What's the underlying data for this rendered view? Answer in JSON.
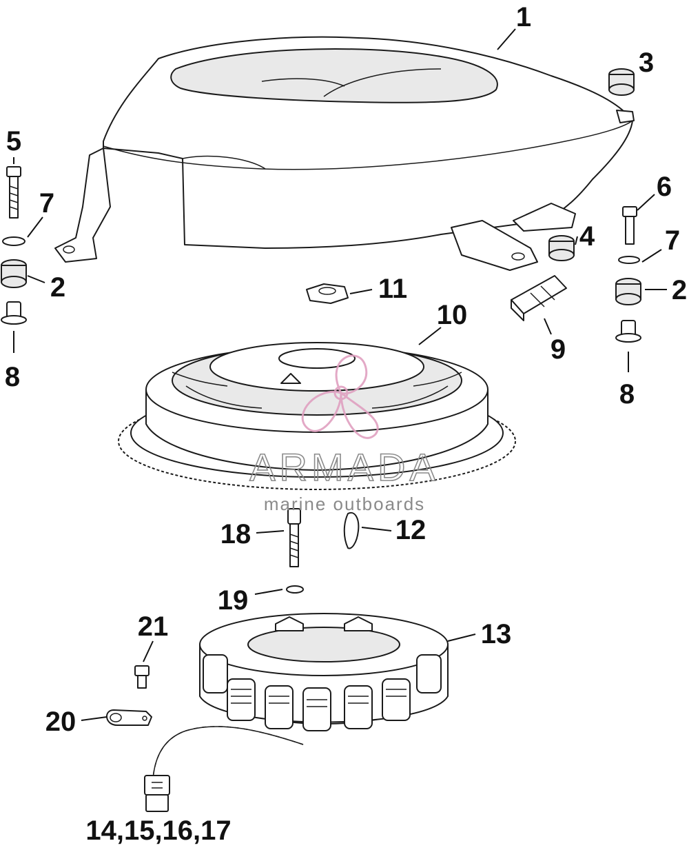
{
  "watermark": {
    "brand": "ARMADA",
    "tagline": "marine outboards",
    "logo_color": "#e0a0c0"
  },
  "callouts": {
    "c1": "1",
    "c2_left": "2",
    "c2_right": "2",
    "c3": "3",
    "c4": "4",
    "c5": "5",
    "c6": "6",
    "c7_left": "7",
    "c7_right": "7",
    "c8_left": "8",
    "c8_right": "8",
    "c9": "9",
    "c10": "10",
    "c11": "11",
    "c12": "12",
    "c13": "13",
    "c18": "18",
    "c19": "19",
    "c20": "20",
    "c21": "21",
    "c14_17": "14,15,16,17"
  }
}
